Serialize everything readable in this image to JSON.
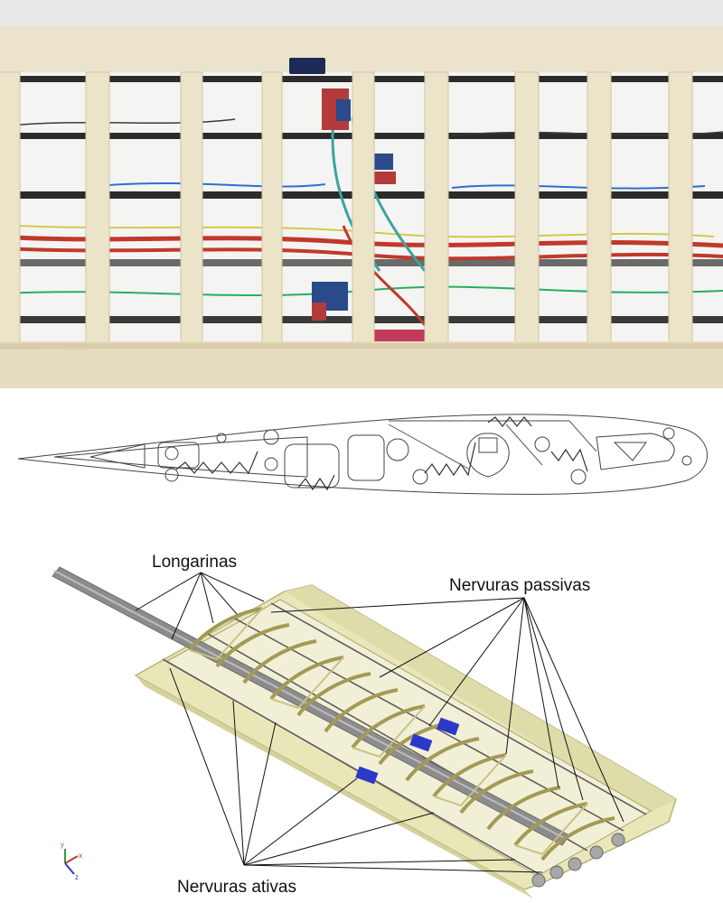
{
  "labels": {
    "spars": "Longarinas",
    "passive_ribs": "Nervuras passivas",
    "active_ribs": "Nervuras ativas"
  },
  "triad": {
    "x": "x",
    "y": "y",
    "z": "z"
  },
  "colors": {
    "wing_skin": "#e8e6b4",
    "rib": "#cfc98a",
    "spar": "#8c8c8c",
    "actuator": "#2d38c8",
    "frame": "#efe6cd",
    "wire_red": "#c0392b",
    "wire_green": "#27ae60",
    "wire_blue": "#2e6fd0",
    "wire_yellow": "#d4c84a"
  }
}
